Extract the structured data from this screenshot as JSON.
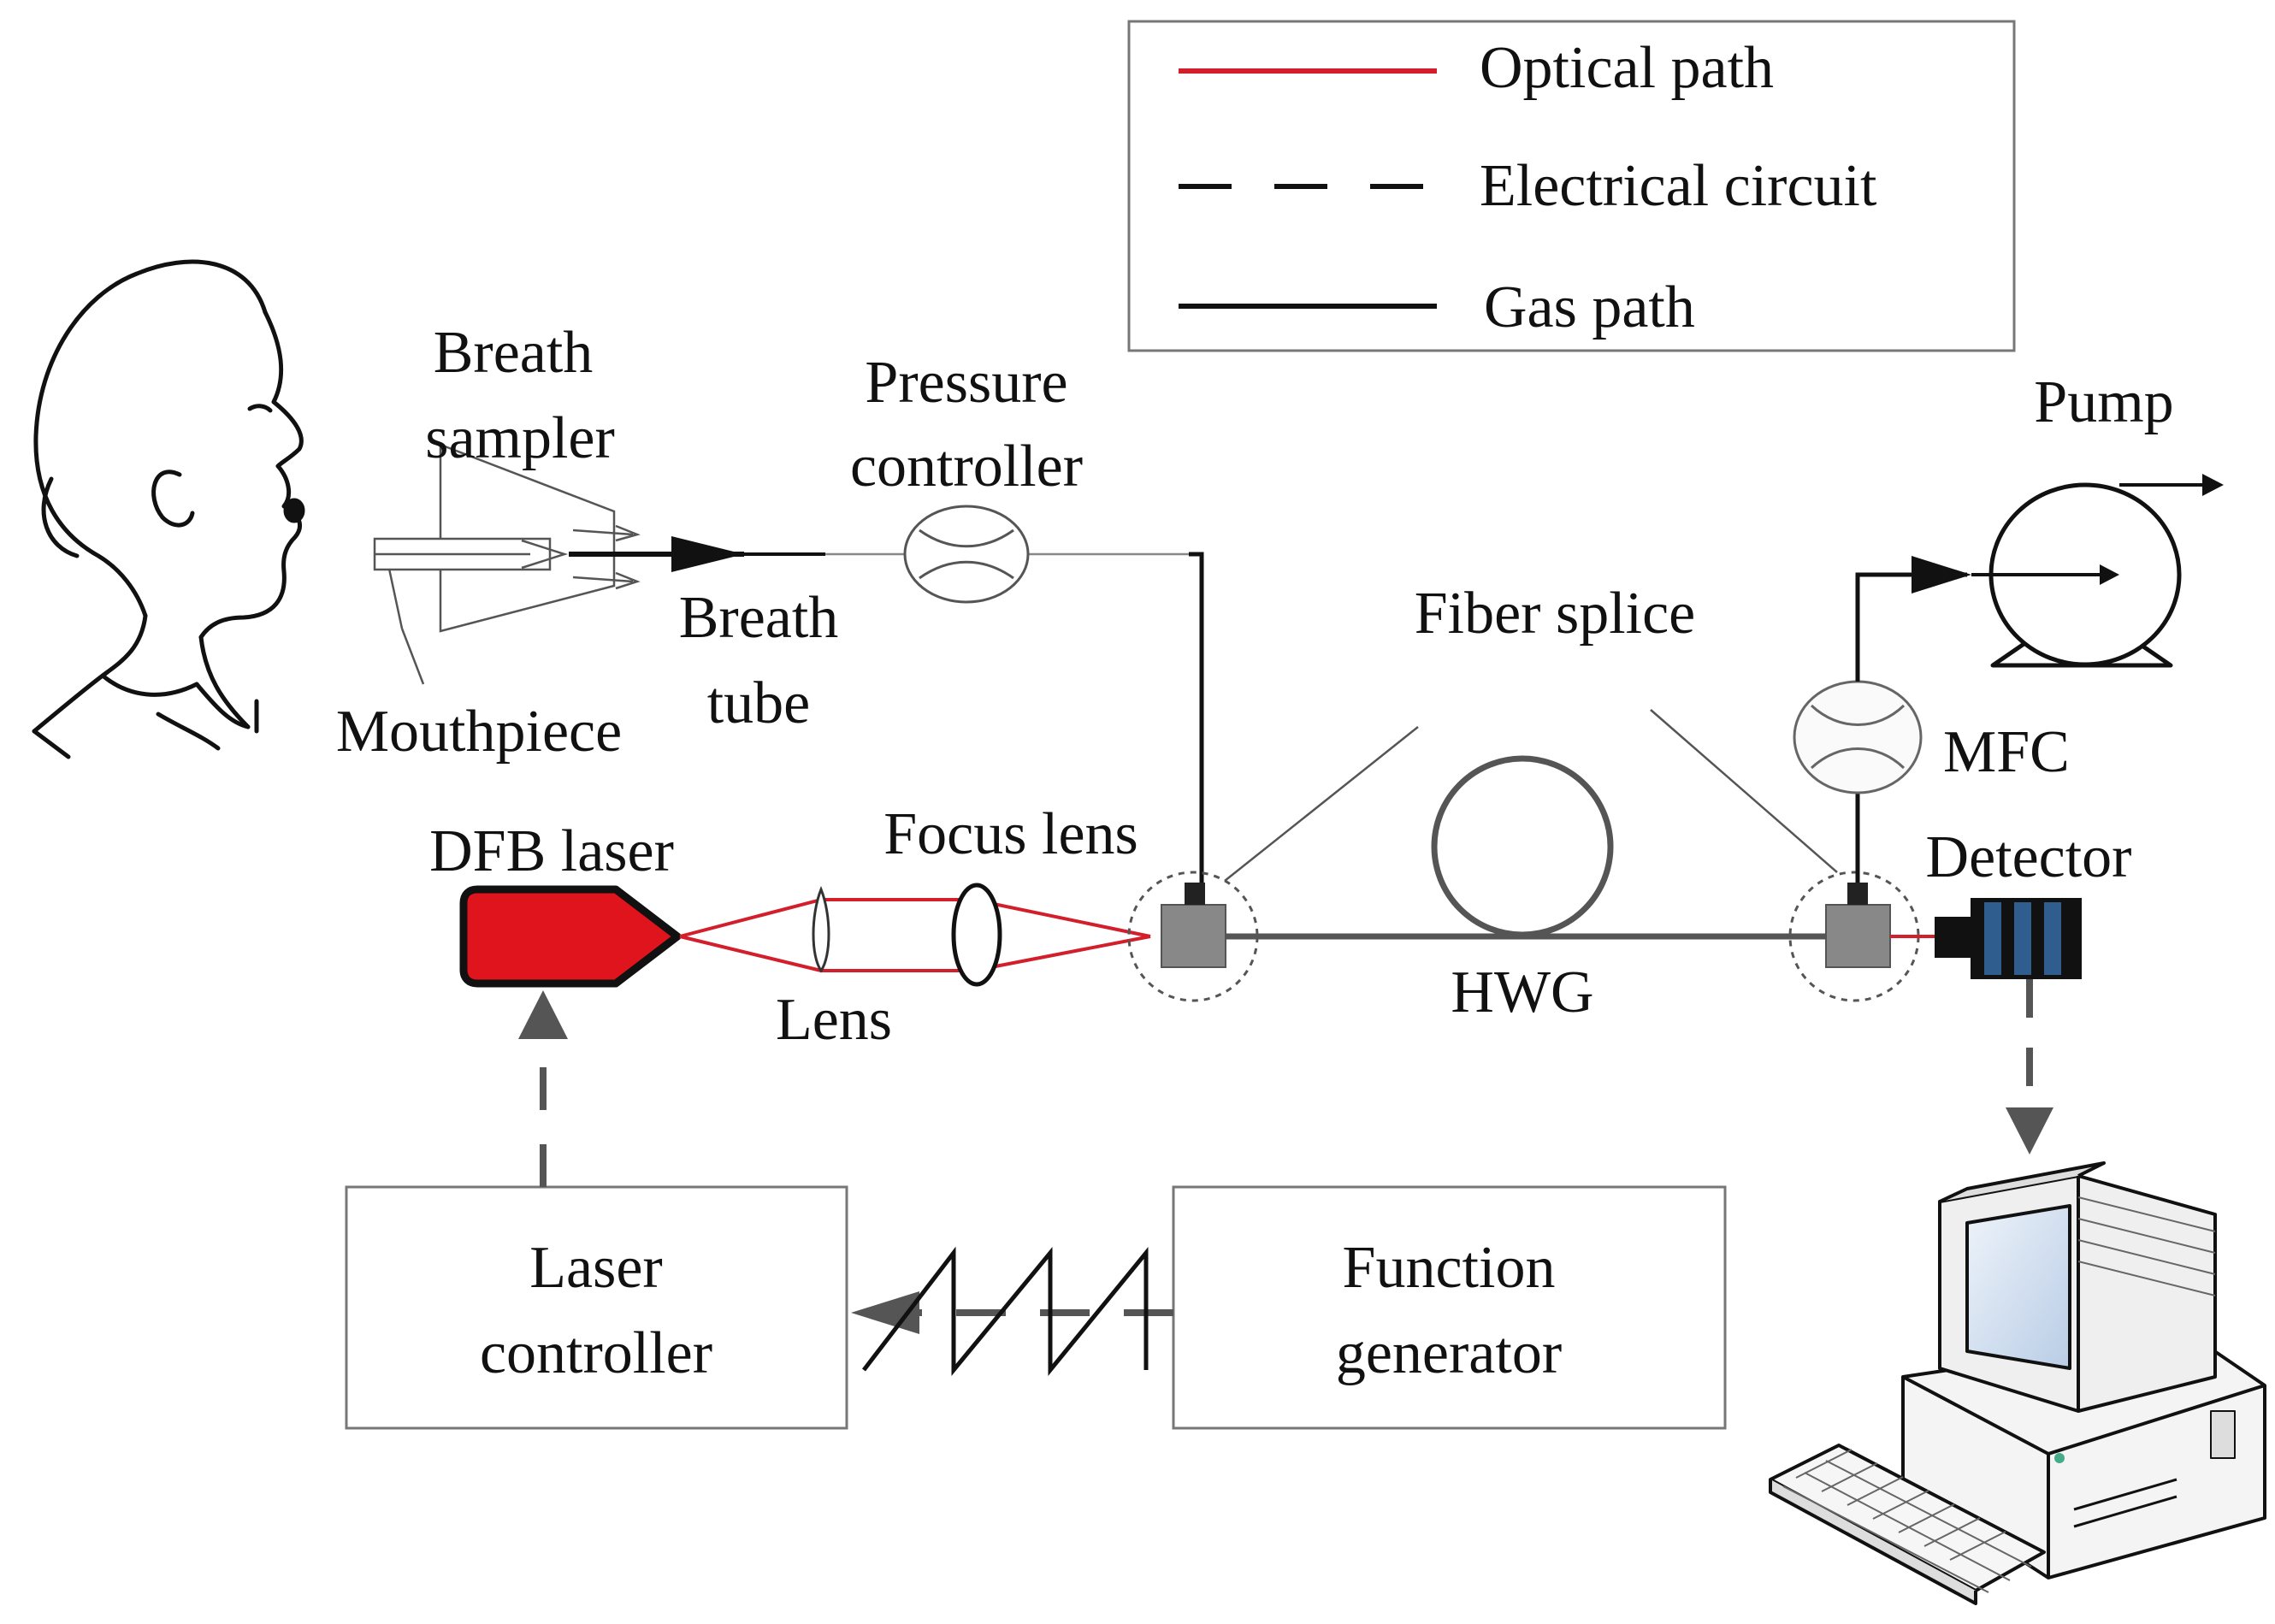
{
  "legend": {
    "items": [
      {
        "label": "Optical path",
        "style": "solid",
        "color": "#d21f2b"
      },
      {
        "label": "Electrical circuit",
        "style": "dashed",
        "color": "#111111"
      },
      {
        "label": "Gas path",
        "style": "solid",
        "color": "#111111"
      }
    ]
  },
  "labels": {
    "breath_sampler": [
      "Breath",
      "sampler"
    ],
    "mouthpiece": "Mouthpiece",
    "breath_tube": [
      "Breath",
      "tube"
    ],
    "pressure_controller": [
      "Pressure",
      "controller"
    ],
    "pump": "Pump",
    "fiber_splice": "Fiber splice",
    "mfc": "MFC",
    "detector": "Detector",
    "dfb_laser": "DFB laser",
    "focus_lens": "Focus lens",
    "lens": "Lens",
    "hwg": "HWG",
    "laser_controller": [
      "Laser",
      "controller"
    ],
    "function_generator": [
      "Function",
      "generator"
    ]
  },
  "colors": {
    "optical": "#d21f2b",
    "laser_body": "#e0141c",
    "splice_block": "#888888",
    "detector_blue": "#2f5e8e",
    "arrow_gray": "#555555",
    "screen_blue": "#c9d8ec"
  },
  "icons": [
    "person-profile-icon",
    "breath-sampler-icon",
    "pressure-gauge-icon",
    "pump-icon",
    "mfc-gauge-icon",
    "detector-icon",
    "dfb-laser-icon",
    "lens-icon",
    "fiber-coil-icon",
    "computer-icon",
    "sawtooth-signal-icon"
  ]
}
